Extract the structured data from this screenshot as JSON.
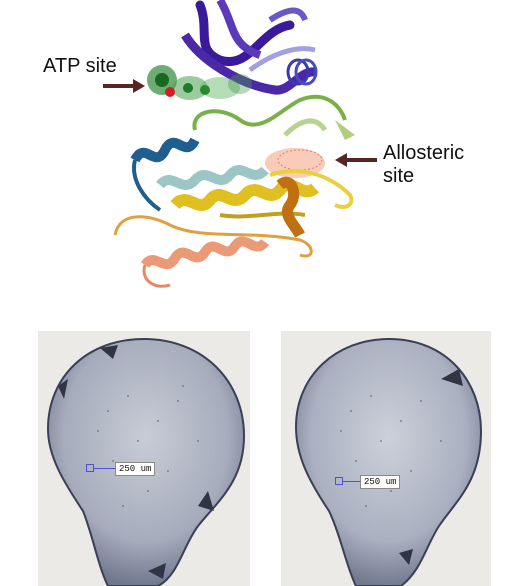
{
  "protein_figure": {
    "atp_label": "ATP site",
    "allosteric_label_line1": "Allosteric",
    "allosteric_label_line2": "site"
  },
  "crystal_left": {
    "scale_label": "250 um"
  },
  "crystal_right": {
    "scale_label": "250 um"
  },
  "colors": {
    "arrow": "#5a2424",
    "ribbon_purple": "#3a1a9a",
    "ribbon_blue": "#1f5f8f",
    "ribbon_yellow": "#e0c020",
    "ribbon_orange": "#e08040",
    "ribbon_green": "#7ab04a",
    "atp_green": "#2f8a3a",
    "allosteric_mesh": "#f4a080"
  }
}
